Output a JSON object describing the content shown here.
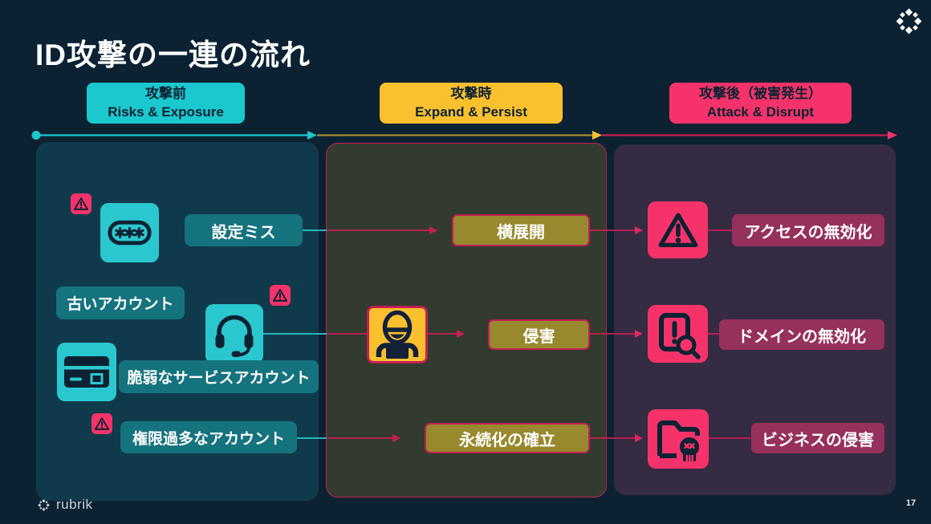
{
  "slide": {
    "title": "ID攻撃の一連の流れ",
    "page_number": "17",
    "brand": "rubrik"
  },
  "timeline": {
    "phases": [
      {
        "jp": "攻撃前",
        "en": "Risks & Exposure",
        "color": "#1BC8CE"
      },
      {
        "jp": "攻撃時",
        "en": "Expand & Persist",
        "color": "#FAC02E"
      },
      {
        "jp": "攻撃後（被害発生）",
        "en": "Attack & Disrupt",
        "color": "#F5336A"
      }
    ]
  },
  "panels": {
    "pre": {
      "labels": {
        "misconfig": "設定ミス",
        "old_accounts": "古いアカウント",
        "weak_service_accounts": "脆弱なサービスアカウント",
        "overprivileged_accounts": "権限過多なアカウント"
      }
    },
    "during": {
      "labels": {
        "lateral_movement": "横展開",
        "compromise": "侵害",
        "persistence": "永続化の確立"
      }
    },
    "post": {
      "labels": {
        "disable_access": "アクセスの無効化",
        "disable_domain": "ドメインの無効化",
        "business_compromise": "ビジネスの侵害"
      }
    }
  },
  "icons": {
    "corner_mark": "rubrik-mark",
    "warning_badge": "warning-triangle",
    "password": "password-dots",
    "headset": "support-headset",
    "credit_card": "credit-card",
    "hacker": "hooded-attacker",
    "alert": "alert-triangle",
    "doc_search": "document-alert-search",
    "folder_skull": "compromised-folder",
    "footer_mark": "rubrik-mark"
  },
  "colors": {
    "background": "#0C2233",
    "teal_accent": "#1BC8CE",
    "teal_icon": "#2BC7CE",
    "teal_panel": "#0E3A4C",
    "teal_label": "#15737E",
    "yellow_accent": "#FAC02E",
    "gold_line": "#A58A2F",
    "olive_label": "#99892E",
    "olive_panel": "#333B2E",
    "crimson": "#C41F54",
    "pink_accent": "#F5336A",
    "raspberry_label": "#96305C",
    "purple_panel": "#352B42"
  }
}
